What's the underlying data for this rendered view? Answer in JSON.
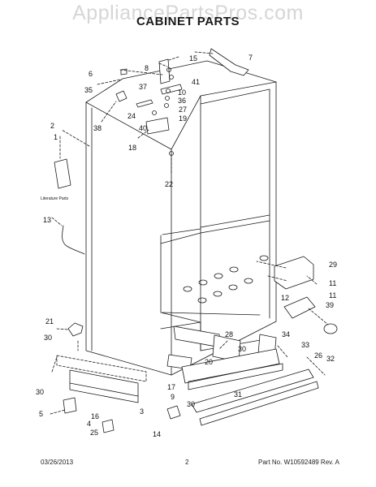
{
  "header": {
    "watermark": "AppliancePartsPros.com",
    "title": "CABINET PARTS"
  },
  "literature_label": "Literature Parts",
  "callouts": [
    "1",
    "2",
    "3",
    "4",
    "5",
    "6",
    "7",
    "8",
    "9",
    "10",
    "11",
    "12",
    "13",
    "14",
    "15",
    "16",
    "17",
    "18",
    "19",
    "20",
    "21",
    "22",
    "24",
    "25",
    "26",
    "27",
    "28",
    "29",
    "30",
    "31",
    "32",
    "33",
    "34",
    "35",
    "36",
    "37",
    "38",
    "39",
    "40",
    "41"
  ],
  "footer": {
    "date": "03/26/2013",
    "page": "2",
    "part_no": "Part No. W10592489 Rev. A"
  },
  "colors": {
    "line": "#1a1a1a",
    "watermark": "#d6d6d6"
  }
}
